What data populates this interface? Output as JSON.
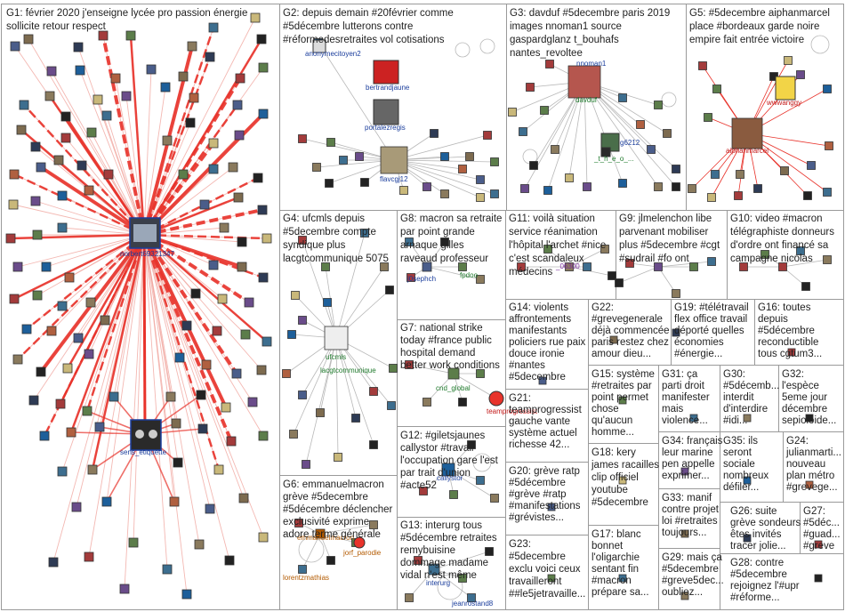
{
  "colors": {
    "panel_border": "#9a9a9a",
    "edge_red": "#e8332b",
    "edge_pink": "#f1a7a0",
    "edge_gray": "#b8b8b8",
    "label_blue": "#1a3d9c",
    "label_green": "#1f7a2c",
    "label_orange": "#b35a00",
    "label_red": "#c21818",
    "label_purple": "#7a2e9c"
  },
  "groups": [
    {
      "id": "G1",
      "text": [
        "G1: février 2020 j'enseigne lycée pro passion énergie",
        "sollicite retour respect"
      ]
    },
    {
      "id": "G2",
      "text": [
        "G2: depuis demain #20février comme",
        "#5décembre lutterons contre",
        "#réformedesretraites vol cotisations"
      ]
    },
    {
      "id": "G3",
      "text": [
        "G3: davduf #5decembre paris 2019",
        "images nnoman1 source",
        "gaspardglanz t_bouhafs",
        "nantes_revoltee"
      ]
    },
    {
      "id": "G5",
      "text": [
        "G5: #5decembre aiphanmarcel",
        "place #bordeaux garde noire",
        "empire fait entrée victoire"
      ]
    },
    {
      "id": "G4",
      "text": [
        "G4: ufcmls depuis",
        "#5decembre compte",
        "syndique plus",
        "lacgtcommunique 5075"
      ]
    },
    {
      "id": "G8",
      "text": [
        "G8: macron sa retraite",
        "par point grande",
        "arnaque gilles",
        "raveaud professeur"
      ]
    },
    {
      "id": "G11",
      "text": [
        "G11: voilà situation",
        "service réanimation",
        "l'hôpital l'archet #nice",
        "c'est scandaleux",
        "médecins"
      ]
    },
    {
      "id": "G9",
      "text": [
        "G9: jlmelenchon libe",
        "parvenant mobiliser",
        "plus #5decembre #cgt",
        "#sudrail #fo ont"
      ]
    },
    {
      "id": "G10",
      "text": [
        "G10: video #macron",
        "télégraphiste donneurs",
        "d'ordre ont financé sa",
        "campagne nicolas"
      ]
    },
    {
      "id": "G14",
      "text": [
        "G14: violents",
        "affrontements",
        "manifestants",
        "policiers rue paix",
        "douce ironie",
        "#nantes",
        "#5decembre"
      ]
    },
    {
      "id": "G22",
      "text": [
        "G22:",
        "#grevegenerale",
        "déjà commencée",
        "paris restez chez",
        "amour dieu..."
      ]
    },
    {
      "id": "G19",
      "text": [
        "G19: #télétravail",
        "flex office travail",
        "déporté quelles",
        "économies",
        "#énergie..."
      ]
    },
    {
      "id": "G16",
      "text": [
        "G16: toutes",
        "depuis",
        "#5décembre",
        "reconductible",
        "tous cgtum3..."
      ]
    },
    {
      "id": "G7",
      "text": [
        "G7: national strike",
        "today #france public",
        "hospital demand",
        "better work conditions"
      ]
    },
    {
      "id": "G21",
      "text": [
        "G21:",
        "teamprogressist",
        "gauche vante",
        "système actuel",
        "richesse 42..."
      ]
    },
    {
      "id": "G15",
      "text": [
        "G15: système",
        "#retraites par",
        "point permet",
        "chose",
        "qu'aucun",
        "homme..."
      ]
    },
    {
      "id": "G31",
      "text": [
        "G31: ça",
        "parti droit",
        "manifester",
        "mais",
        "violence..."
      ]
    },
    {
      "id": "G30",
      "text": [
        "G30:",
        "#5décemb...",
        "interdit",
        "d'interdire",
        "#idi..."
      ]
    },
    {
      "id": "G32",
      "text": [
        "G32:",
        "l'espèce",
        "5eme jour",
        "décembre",
        "sepioloide..."
      ]
    },
    {
      "id": "G12",
      "text": [
        "G12: #giletsjaunes",
        "callystor #travail",
        "l'occupation gare l'est",
        "par trait d'union",
        "#acte52"
      ]
    },
    {
      "id": "G18",
      "text": [
        "G18: kery",
        "james racailles",
        "clip officiel",
        "youtube",
        "#5decembre"
      ]
    },
    {
      "id": "G34",
      "text": [
        "G34: français",
        "leur marine",
        "pen appelle",
        "exprimer..."
      ]
    },
    {
      "id": "G35",
      "text": [
        "G35: ils",
        "seront",
        "sociale",
        "nombreux",
        "défiler..."
      ]
    },
    {
      "id": "G24",
      "text": [
        "G24:",
        "julianmarti...",
        "nouveau",
        "plan métro",
        "#grevege..."
      ]
    },
    {
      "id": "G20",
      "text": [
        "G20: grève ratp",
        "#5décembre",
        "#grève #ratp",
        "#manifestations",
        "#grévistes..."
      ]
    },
    {
      "id": "G6",
      "text": [
        "G6: emmanuelmacron",
        "grève #5decembre",
        "#5décembre déclencher",
        "exclusivité exprime",
        "adore terme générale"
      ]
    },
    {
      "id": "G33",
      "text": [
        "G33: manif",
        "contre projet",
        "loi #retraites",
        "toujours..."
      ]
    },
    {
      "id": "G26",
      "text": [
        "G26: suite",
        "grève sondeurs",
        "êtes invités",
        "tracer jolie..."
      ]
    },
    {
      "id": "G27",
      "text": [
        "G27:",
        "#5déc...",
        "#guad...",
        "#greve"
      ]
    },
    {
      "id": "G13",
      "text": [
        "G13: interurg tous",
        "#5décembre retraites",
        "remybuisine",
        "dommage madame",
        "vidal n'est même"
      ]
    },
    {
      "id": "G23",
      "text": [
        "G23:",
        "#5decembre",
        "exclu voici ceux",
        "travailleront",
        "##le5jetravaille..."
      ]
    },
    {
      "id": "G17",
      "text": [
        "G17: blanc",
        "bonnet",
        "l'oligarchie",
        "sentant fin",
        "#macron",
        "prépare sa..."
      ]
    },
    {
      "id": "G29",
      "text": [
        "G29: mais ça",
        "#5decembre",
        "#greve5dec...",
        "oubliez..."
      ]
    },
    {
      "id": "G28",
      "text": [
        "G28: contre",
        "#5decembre",
        "rejoignez l'#upr",
        "#réforme..."
      ]
    }
  ],
  "node_labels": [
    {
      "id": "norbert",
      "text": "norbert69321347"
    },
    {
      "id": "sens",
      "text": "sens_etiquette"
    },
    {
      "id": "anonymecitoyen",
      "text": "anonymecitoyen2"
    },
    {
      "id": "bertrandjaune",
      "text": "bertrandjaune"
    },
    {
      "id": "portalezregis",
      "text": "portalezregis"
    },
    {
      "id": "flavcgj",
      "text": "flavcgj12"
    },
    {
      "id": "nnoman",
      "text": "nnoman1"
    },
    {
      "id": "davduf",
      "text": "davduf"
    },
    {
      "id": "g6212",
      "text": "g6212"
    },
    {
      "id": "theo",
      "text": "_t_h_e_o_..."
    },
    {
      "id": "wwwanggy",
      "text": "wwwanggy"
    },
    {
      "id": "aiphanmarcel",
      "text": "aiphanmarcel"
    },
    {
      "id": "ufcmls",
      "text": "ufcmls"
    },
    {
      "id": "lacgt",
      "text": "lacgtcommunique"
    },
    {
      "id": "jl",
      "text": "j0sephch"
    },
    {
      "id": "fpdoo",
      "text": "fpdoo"
    },
    {
      "id": "n06300",
      "text": "_06300"
    },
    {
      "id": "cnd",
      "text": "cnd_global"
    },
    {
      "id": "teamprog",
      "text": "teamprogressist"
    },
    {
      "id": "callystor",
      "text": "callystor"
    },
    {
      "id": "emmanuelmacron",
      "text": "emmanuelmacron"
    },
    {
      "id": "jorf",
      "text": "jorf_parodie"
    },
    {
      "id": "lorentz",
      "text": "lorentzmathias"
    },
    {
      "id": "interurg",
      "text": "interurg"
    },
    {
      "id": "jeanrostand",
      "text": "jeanrostand8"
    }
  ]
}
